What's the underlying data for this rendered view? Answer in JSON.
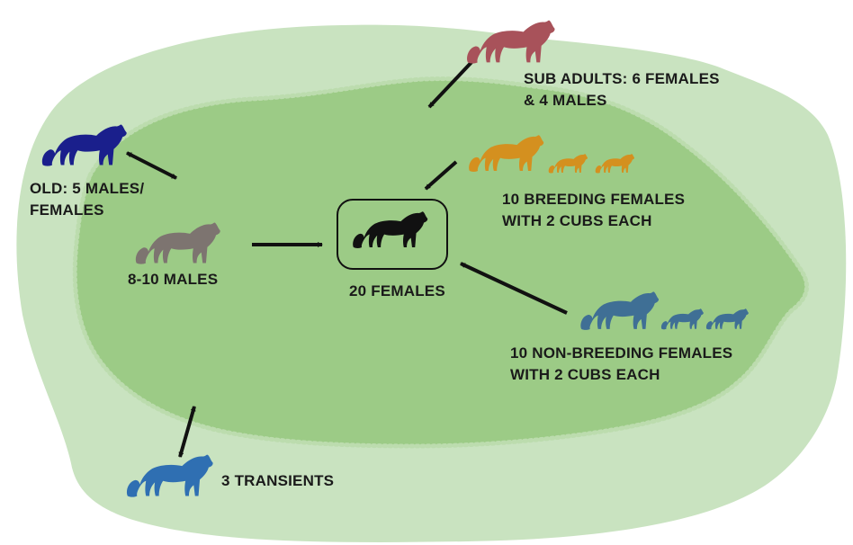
{
  "colors": {
    "outer_range": "#c9e3c0",
    "core_range": "#9ccb86",
    "core_border": "#bcdcae",
    "arrow": "#111111",
    "sub_adults": "#a8525a",
    "old": "#1a1f8c",
    "males": "#7d7470",
    "females": "#111111",
    "breeding": "#d4901f",
    "non_breeding": "#3f6f95",
    "transients": "#2f6fb2"
  },
  "groups": {
    "sub_adults": {
      "line1": "SUB ADULTS: 6 FEMALES",
      "line2": "& 4 MALES"
    },
    "old": {
      "line1": "OLD: 5 MALES/",
      "line2": "FEMALES"
    },
    "breeding": {
      "line1": "10 BREEDING FEMALES",
      "line2": "WITH 2 CUBS EACH"
    },
    "males": {
      "label": "8-10 MALES"
    },
    "females": {
      "label": "20 FEMALES"
    },
    "non_breeding": {
      "line1": "10 NON-BREEDING FEMALES",
      "line2": "WITH 2 CUBS EACH"
    },
    "transients": {
      "label": "3 TRANSIENTS"
    }
  },
  "icons": {
    "cougar": "cougar-silhouette-icon",
    "cub": "cougar-cub-silhouette-icon"
  }
}
